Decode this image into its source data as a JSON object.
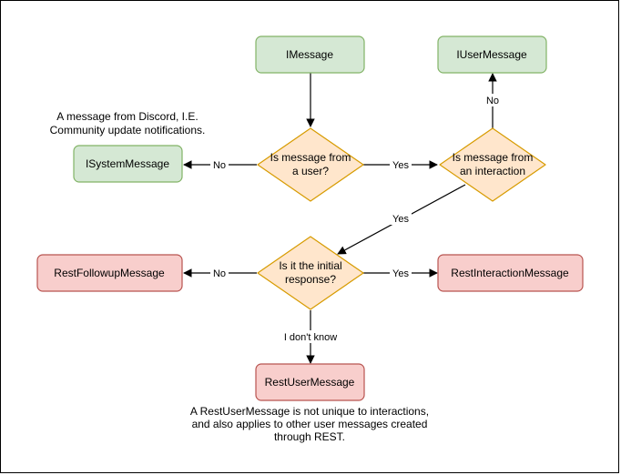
{
  "colors": {
    "green_fill": "#d5e8d4",
    "green_stroke": "#82b366",
    "orange_fill": "#ffe6cc",
    "orange_stroke": "#d79b00",
    "red_fill": "#f8cecc",
    "red_stroke": "#b85450",
    "edge": "#000000"
  },
  "nodes": {
    "imessage": "IMessage",
    "iusermessage": "IUserMessage",
    "isystemmessage": "ISystemMessage",
    "from_user": [
      "Is message from",
      "a user?"
    ],
    "from_interaction": [
      "Is message from",
      "an interaction"
    ],
    "initial_response": [
      "Is it the initial",
      "response?"
    ],
    "rest_followup": "RestFollowupMessage",
    "rest_interaction": "RestInteractionMessage",
    "rest_user": "RestUserMessage"
  },
  "edges": {
    "no_system": "No",
    "yes_user": "Yes",
    "no_iuser": "No",
    "yes_interaction": "Yes",
    "no_followup": "No",
    "yes_interaction_msg": "Yes",
    "dont_know": "I don't know"
  },
  "notes": {
    "system_note": [
      "A message from Discord, I.E.",
      "Community update notifications."
    ],
    "rest_note": [
      "A RestUserMessage is not unique to interactions,",
      "and also applies to other user messages created",
      "through REST."
    ]
  }
}
